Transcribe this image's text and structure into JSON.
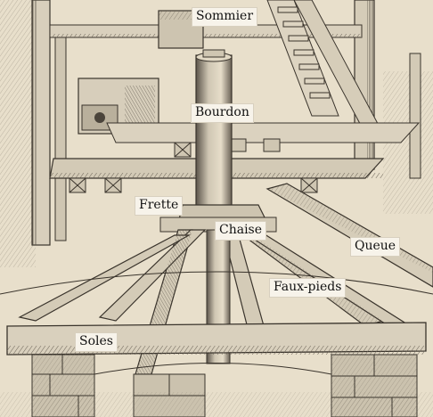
{
  "labels": {
    "sommier": "Sommier",
    "bourdon": "Bourdon",
    "frette": "Frette",
    "chaise": "Chaise",
    "queue": "Queue",
    "faux_pieds": "Faux-pieds",
    "soles": "Soles"
  },
  "colors": {
    "paper": "#e8dfcb",
    "ink": "#3a342c",
    "label_bg": "#f7f3ea"
  }
}
